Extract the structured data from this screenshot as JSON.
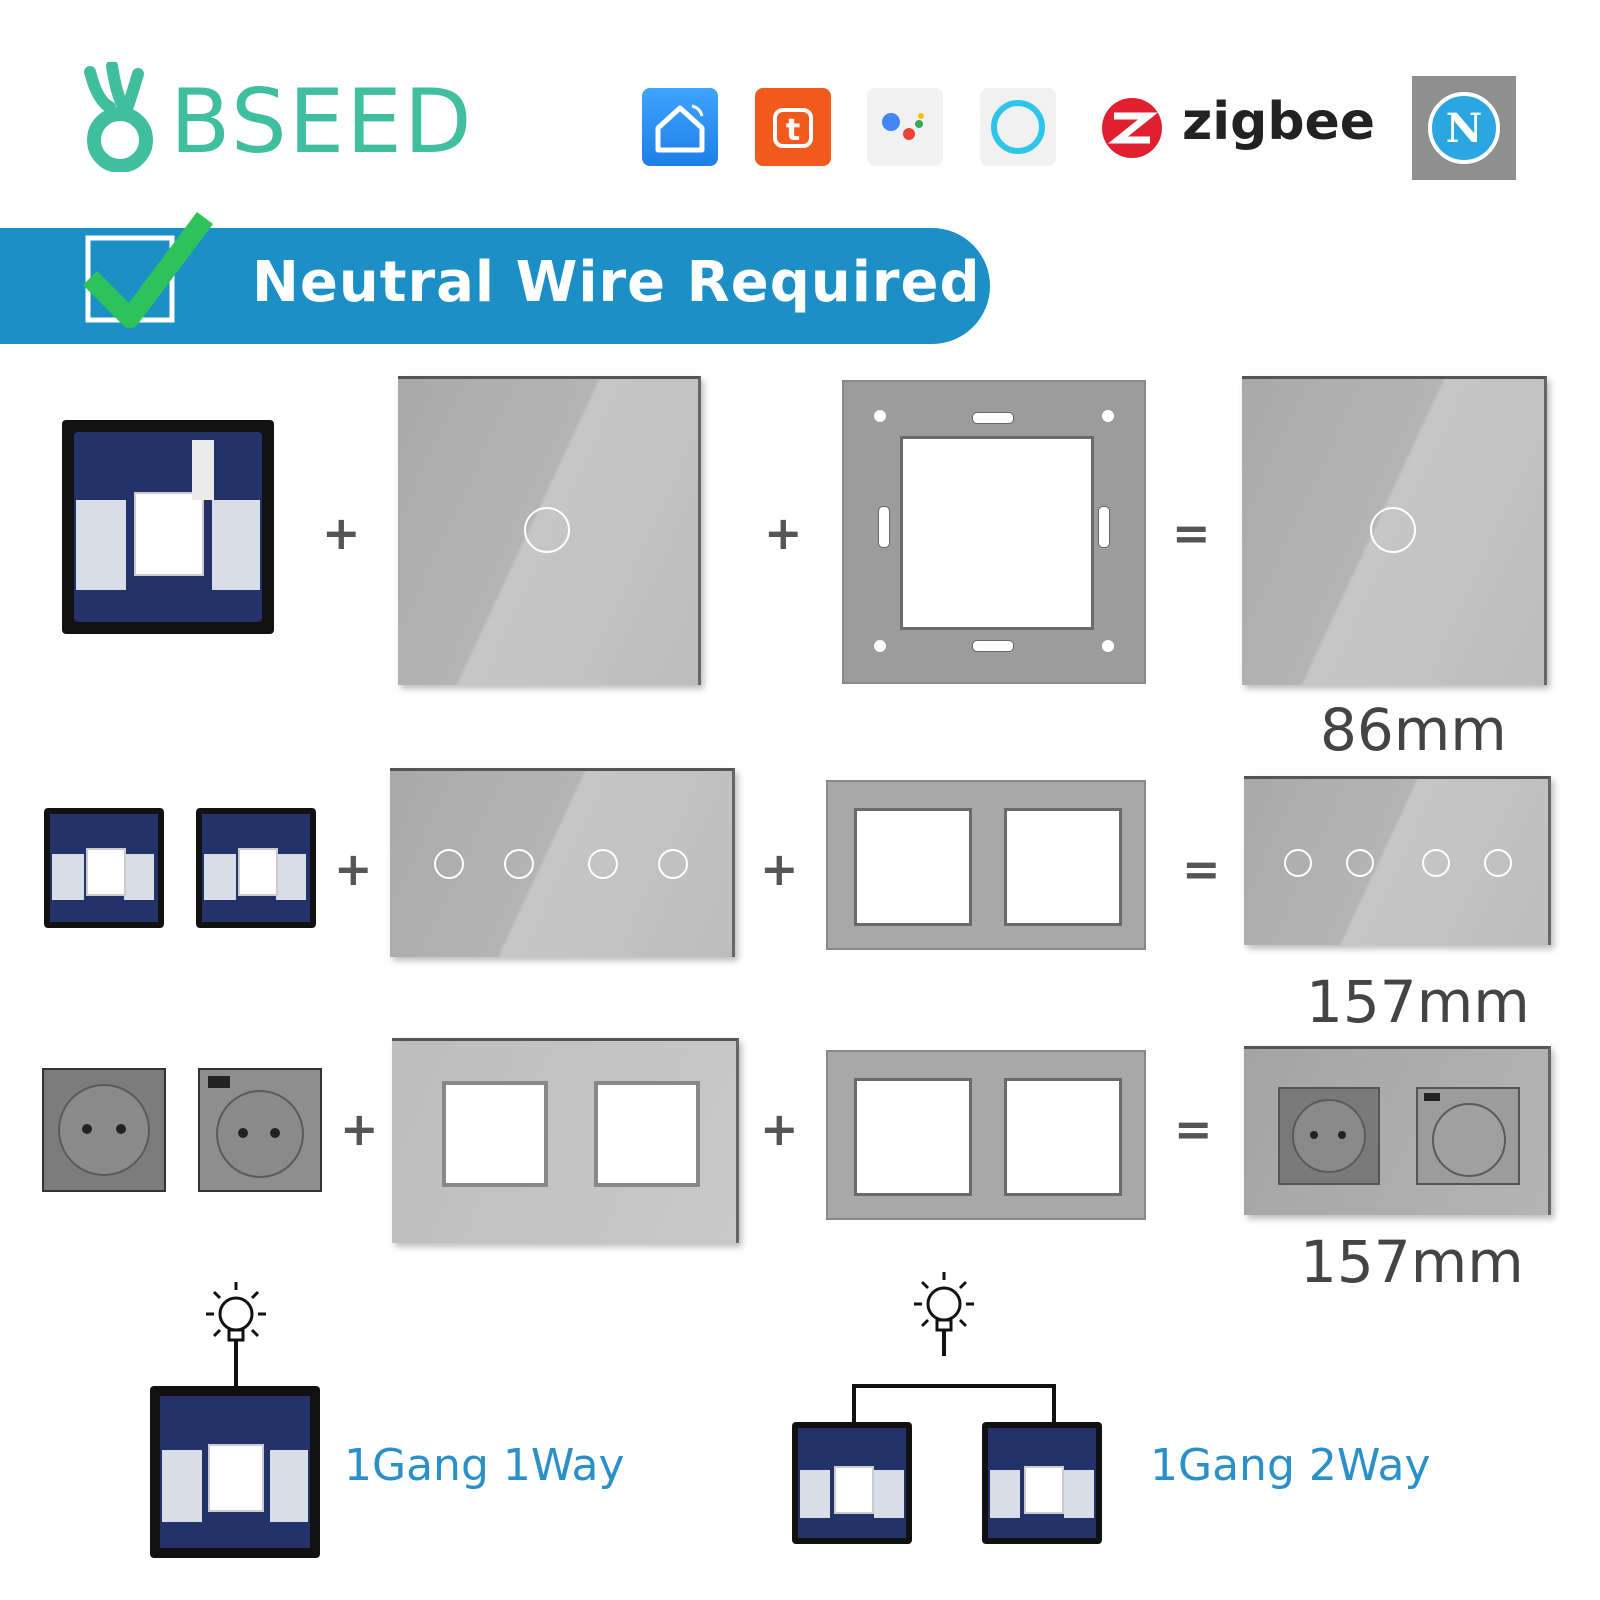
{
  "brand": {
    "name": "BSEED",
    "color": "#3fbf9f"
  },
  "header_icons": [
    {
      "name": "smart-life-icon"
    },
    {
      "name": "tuya-icon"
    },
    {
      "name": "google-assistant-icon"
    },
    {
      "name": "alexa-icon"
    },
    {
      "name": "zigbee-icon",
      "label": "zigbee"
    },
    {
      "name": "n-logo-icon"
    }
  ],
  "banner": {
    "text": "Neutral Wire Required",
    "color": "#1b8fc6"
  },
  "rows": [
    {
      "operators": [
        "+",
        "+",
        "="
      ],
      "dimension": "86mm"
    },
    {
      "operators": [
        "+",
        "+",
        "="
      ],
      "dimension": "157mm"
    },
    {
      "operators": [
        "+",
        "+",
        "="
      ],
      "dimension": "157mm"
    }
  ],
  "wiring": [
    {
      "label": "1Gang 1Way"
    },
    {
      "label": "1Gang 2Way"
    }
  ],
  "accent": "#2b90c8"
}
